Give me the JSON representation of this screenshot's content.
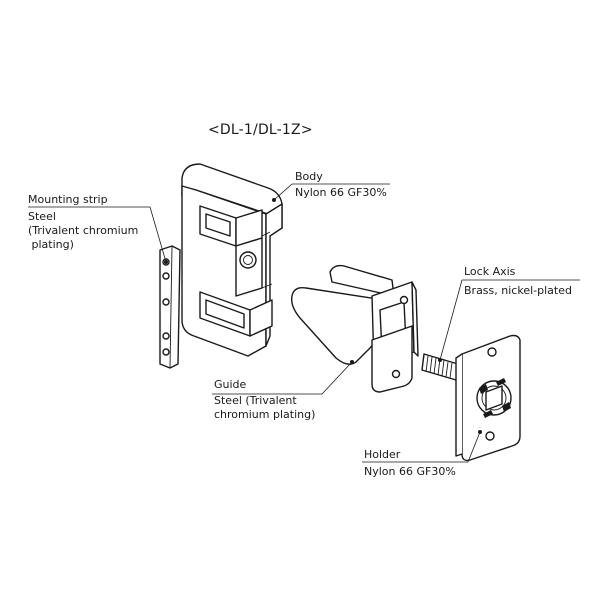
{
  "title": "<DL-1/DL-1Z>",
  "parts": {
    "body": {
      "name": "Body",
      "material": "Nylon 66 GF30%"
    },
    "mounting_strip": {
      "name": "Mounting strip",
      "material_lines": [
        "Steel",
        "(Trivalent chromium",
        " plating)"
      ]
    },
    "lock_axis": {
      "name": "Lock Axis",
      "material": "Brass, nickel-plated"
    },
    "guide": {
      "name": "Guide",
      "material_lines": [
        "Steel (Trivalent",
        "chromium plating)"
      ]
    },
    "holder": {
      "name": "Holder",
      "material": "Nylon 66 GF30%"
    }
  }
}
